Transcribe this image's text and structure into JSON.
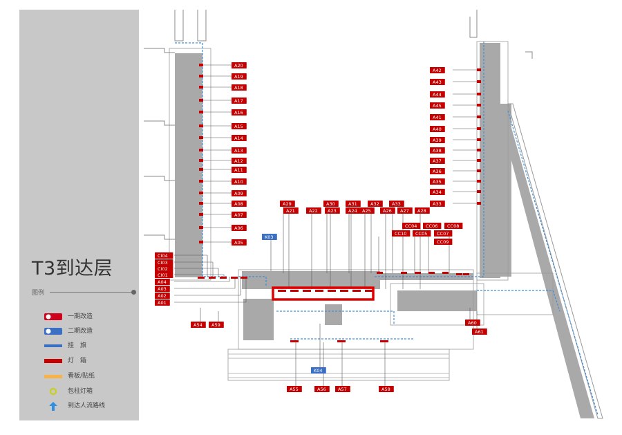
{
  "title": "T3到达层",
  "legend": {
    "heading": "图例",
    "items": [
      {
        "label": "一期改造",
        "icon": "red-numbered-pill-icon",
        "color": "#d0021b"
      },
      {
        "label": "二期改造",
        "icon": "blue-numbered-pill-icon",
        "color": "#3b6fc4"
      },
      {
        "label": "挂　旗",
        "icon": "blue-bar-icon",
        "color": "#3b6fc4"
      },
      {
        "label": "灯　箱",
        "icon": "red-bar-icon",
        "color": "#c40000"
      },
      {
        "label": "看板/贴纸",
        "icon": "orange-bar-icon",
        "color": "#f5b34a"
      },
      {
        "label": "包柱灯箱",
        "icon": "yellow-circle-icon",
        "color": "#c8cf2a"
      },
      {
        "label": "到达人流路线",
        "icon": "blue-arrow-icon",
        "color": "#2f8fe0"
      }
    ]
  },
  "colors": {
    "sidebar": "#c8c8c8",
    "building": "#a9a9a9",
    "red": "#c40000",
    "blue": "#3b6fc4",
    "route": "#3d8fd8",
    "highlight": "#e10000"
  },
  "tags": {
    "left_pier": [
      "A20",
      "A19",
      "A18",
      "A17",
      "A16",
      "A15",
      "A14",
      "A13",
      "A12",
      "A11",
      "A10",
      "A09",
      "A08",
      "A07",
      "A06",
      "A05"
    ],
    "right_pier": [
      "A42",
      "A43",
      "A44",
      "A45",
      "A41",
      "A40",
      "A39",
      "A38",
      "A37",
      "A36",
      "A35",
      "A34",
      "A33"
    ],
    "left_cluster": [
      "CI04",
      "CI03",
      "CI02",
      "CI01",
      "A04",
      "A03",
      "A02",
      "A01"
    ],
    "center_top": [
      "A29",
      "A30",
      "A31",
      "A32",
      "A33"
    ],
    "center_mid": [
      "A21",
      "A22",
      "A23",
      "A24",
      "A25",
      "A26",
      "A27",
      "A28"
    ],
    "cc_codes": [
      "CC04",
      "CC06",
      "CC08",
      "CC10",
      "CC05",
      "CC07",
      "CC09"
    ],
    "blue_tags": [
      "K03",
      "K04"
    ],
    "bottom": [
      "A55",
      "A56",
      "A57",
      "A58",
      "A54",
      "A59",
      "A60",
      "A61"
    ]
  }
}
